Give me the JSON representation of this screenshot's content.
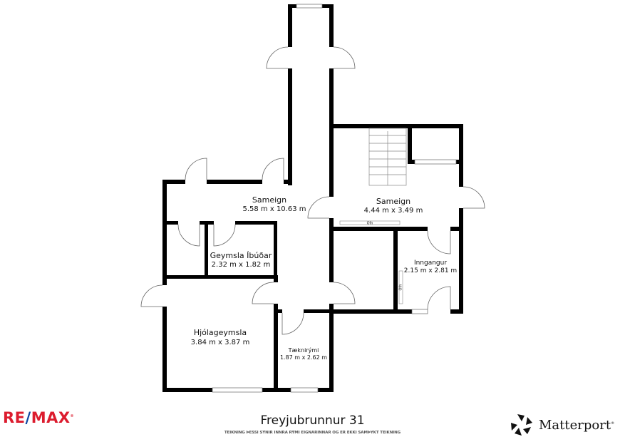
{
  "rooms": [
    {
      "id": "sameign-main",
      "name": "Sameign",
      "size": "5.58 m x 10.63 m"
    },
    {
      "id": "sameign-right",
      "name": "Sameign",
      "size": "4.44 m x 3.49 m"
    },
    {
      "id": "geymsla",
      "name": "Geymsla Íbúðar",
      "size": "2.32 m x 1.82 m"
    },
    {
      "id": "inngangur",
      "name": "Inngangur",
      "size": "2.15 m x 2.81 m"
    },
    {
      "id": "hjolageymsla",
      "name": "Hjólageymsla",
      "size": "3.84 m x 3.87 m"
    },
    {
      "id": "taeknirymi",
      "name": "Tæknirými",
      "size": "1.87 m x 2.62 m"
    }
  ],
  "fixtures": {
    "ofn1": "Ofn",
    "ofn2": "Ofn"
  },
  "footer": {
    "title": "Freyjubrunnur 31",
    "disclaimer": "TEIKNING ÞESSI SÝNIR INNRA RÝMI EIGNARINNAR OG ER EKKI SAMÞYKT TEIKNING"
  },
  "brands": {
    "remax": {
      "re": "RE",
      "slash": "/",
      "max": "MAX",
      "mark": "®",
      "red": "#dc1c2e",
      "blue": "#0c47a1"
    },
    "matterport": {
      "name": "Matterport",
      "mark": "®"
    }
  }
}
